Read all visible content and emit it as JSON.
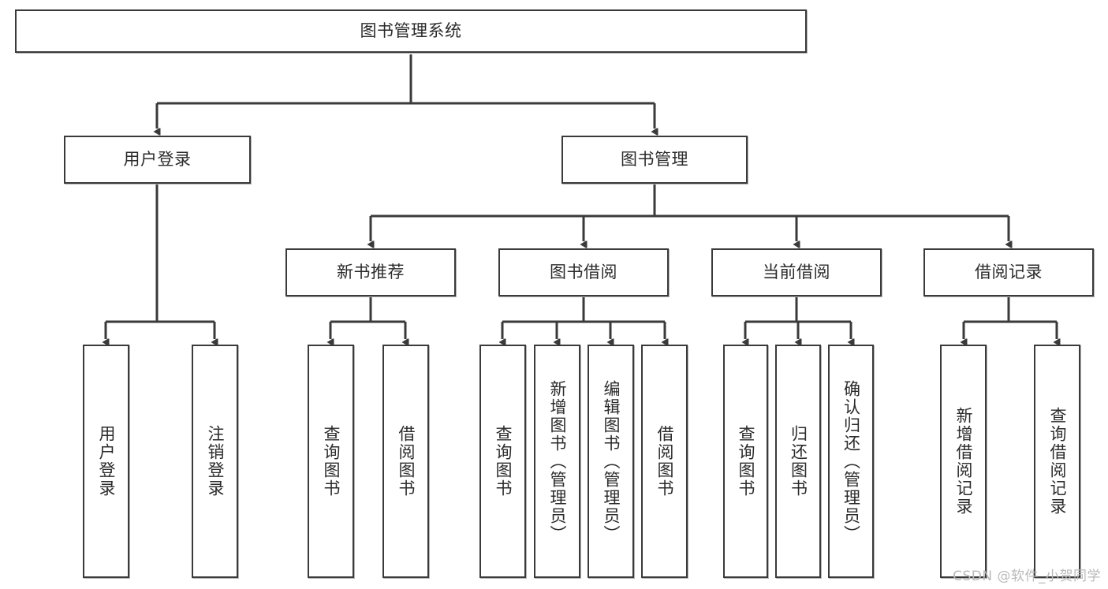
{
  "diagram": {
    "type": "tree",
    "title": "图书管理系统",
    "watermark": "CSDN @软件_小贺同学",
    "colors": {
      "box_border": "#3a3a3a",
      "box_fill": "#ffffff",
      "edge": "#3a3a3a",
      "text": "#2b2b2b",
      "watermark": "#b9b9b9"
    },
    "nodes": {
      "root": {
        "label": "图书管理系统"
      },
      "level2": [
        {
          "id": "user_login",
          "label": "用户登录"
        },
        {
          "id": "book_manage",
          "label": "图书管理"
        }
      ],
      "level3": [
        {
          "id": "new_book_rec",
          "label": "新书推荐"
        },
        {
          "id": "book_borrow",
          "label": "图书借阅"
        },
        {
          "id": "current_borrow",
          "label": "当前借阅"
        },
        {
          "id": "borrow_record",
          "label": "借阅记录"
        }
      ],
      "leaves": {
        "user_login": [
          {
            "id": "leaf_user_login",
            "label": "用户登录"
          },
          {
            "id": "leaf_logout",
            "label": "注销登录"
          }
        ],
        "new_book_rec": [
          {
            "id": "leaf_query_book_1",
            "label": "查询图书"
          },
          {
            "id": "leaf_borrow_book_1",
            "label": "借阅图书"
          }
        ],
        "book_borrow": [
          {
            "id": "leaf_query_book_2",
            "label": "查询图书"
          },
          {
            "id": "leaf_add_book",
            "label": "新增图书（管理员）"
          },
          {
            "id": "leaf_edit_book",
            "label": "编辑图书（管理员）"
          },
          {
            "id": "leaf_borrow_book_2",
            "label": "借阅图书"
          }
        ],
        "current_borrow": [
          {
            "id": "leaf_query_book_3",
            "label": "查询图书"
          },
          {
            "id": "leaf_return_book",
            "label": "归还图书"
          },
          {
            "id": "leaf_confirm_return",
            "label": "确认归还（管理员）"
          }
        ],
        "borrow_record": [
          {
            "id": "leaf_add_record",
            "label": "新增借阅记录"
          },
          {
            "id": "leaf_query_record",
            "label": "查询借阅记录"
          }
        ]
      }
    }
  }
}
